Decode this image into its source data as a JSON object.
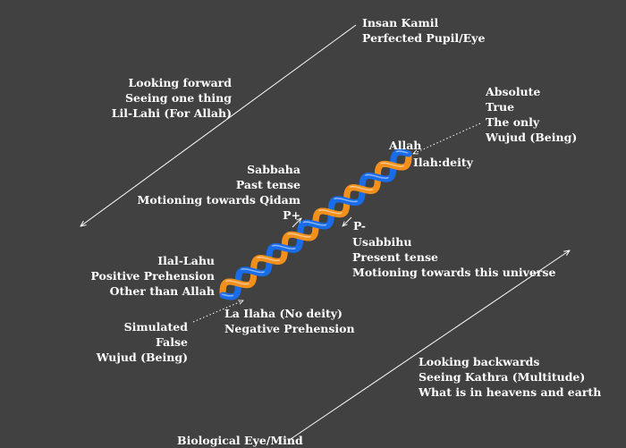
{
  "colors": {
    "background": "#414141",
    "strand_blue": "#1a6de8",
    "strand_orange": "#f3901c",
    "text": "#ffffff",
    "arrows": "#ffffff"
  },
  "labels": {
    "insan_kamil": [
      "Insan Kamil",
      "Perfected Pupil/Eye"
    ],
    "looking_forward": [
      "Looking forward",
      "Seeing one thing",
      "Lil-Lahi (For Allah)"
    ],
    "absolute": [
      "Absolute",
      "True",
      "The only",
      "Wujud (Being)"
    ],
    "allah": "Allah",
    "ilah_deity": "Ilah:deity",
    "sabbaha": [
      "Sabbaha",
      "Past tense",
      "Motioning towards Qidam",
      "P+"
    ],
    "p_minus": "P-",
    "usabbihu": [
      "Usabbihu",
      "Present tense",
      "Motioning towards this universe"
    ],
    "ilal_lahu": [
      "Ilal-Lahu",
      "Positive Prehension",
      "Other than Allah"
    ],
    "la_ilaha": [
      "La Ilaha (No deity)",
      "Negative Prehension"
    ],
    "simulated": [
      "Simulated",
      "False",
      "Wujud (Being)"
    ],
    "looking_backwards": [
      "Looking backwards",
      "Seeing Kathra (Multitude)",
      "What is in heavens and earth"
    ],
    "biological_eye": "Biological Eye/Mind"
  }
}
